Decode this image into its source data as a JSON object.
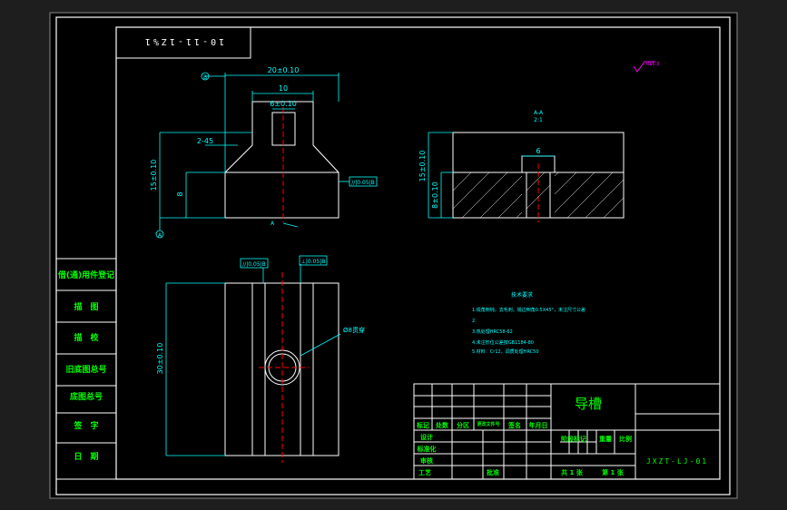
{
  "drawing": {
    "code_box": "10-11-1Z%1",
    "part_name": "导槽",
    "drawing_number": "JXZT-LJ-01",
    "colors": {
      "background": "#1e1e1e",
      "sheet": "#000000",
      "frame": "#ffffff",
      "dimension": "#00ffff",
      "centerline": "#ff0000",
      "title_text": "#00ff00",
      "mark": "#ff00ff"
    }
  },
  "front_view": {
    "datum_b": "B",
    "datum_a": "A",
    "dim_overall_width": "20±0.10",
    "dim_top_width": "10",
    "dim_slot_width": "6±0.10",
    "dim_chamfer": "2-45",
    "dim_height": "15±0.10",
    "dim_lower_height": "8",
    "tolerance_right": "//|0.05|B",
    "section_a": "A"
  },
  "section_view": {
    "label": "A-A",
    "scale": "2:1",
    "dim_slot_width": "6",
    "dim_height": "15±0.10",
    "dim_lower_height": "8±0.10"
  },
  "top_view": {
    "tol_left": "//|0.05|B",
    "tol_right": "⊥|0.05|B",
    "dim_length": "30±0.10",
    "hole_label": "Ø8贯穿"
  },
  "roughness_mark": "Ra6.3",
  "notes": {
    "title": "技术要求",
    "lines": [
      "1.锐角倒钝，去毛刺，锐边倒角0.5X45°，未注尺寸公差",
      "2.",
      "3.热处理HRC58-62",
      "4.未注形位公差按GB1184-80",
      "5.材料：Cr12，调质处理HRC50"
    ]
  },
  "side_table": {
    "rows": [
      "借(通)用件登记",
      "描　图",
      "描　校",
      "旧底图总号",
      "底图总号",
      "签　字",
      "日　期"
    ]
  },
  "title_block": {
    "headers": [
      "标记",
      "处数",
      "分区",
      "更改文件号",
      "签名",
      "年月日"
    ],
    "roles": [
      "设计",
      "标准化",
      "审核",
      "工艺"
    ],
    "approve": "批准",
    "stage_mark": "阶段标记",
    "weight": "重量",
    "scale": "比例",
    "sheets_total": "共 1 张",
    "sheet_no": "第 1 张"
  }
}
